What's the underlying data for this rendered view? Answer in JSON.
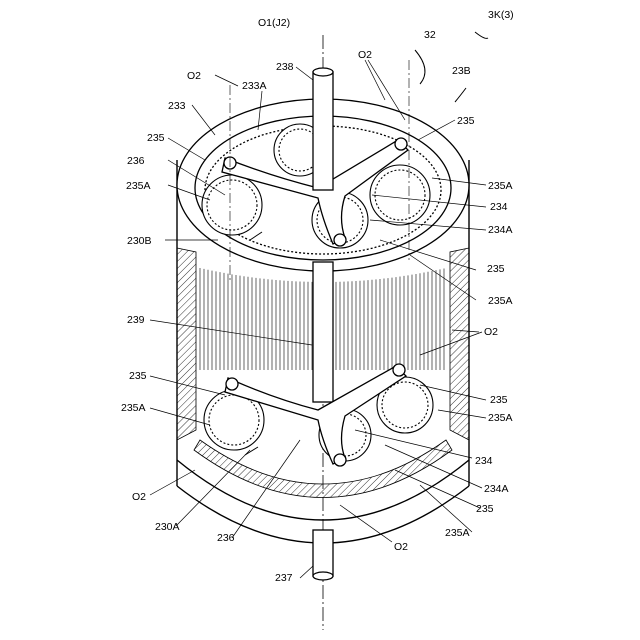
{
  "labels": {
    "o1_j2": "O1(J2)",
    "ref_3k": "3K(3)",
    "ref_32": "32",
    "ref_23b": "23B",
    "o2_top_left": "O2",
    "o2_top_right": "O2",
    "o2_mid_right": "O2",
    "o2_bottom_left": "O2",
    "o2_bottom_right": "O2",
    "ref_238": "238",
    "ref_233a": "233A",
    "ref_233": "233",
    "ref_235_top_left": "235",
    "ref_235_top_right": "235",
    "ref_236_top": "236",
    "ref_235a_top_left": "235A",
    "ref_235a_top_right": "235A",
    "ref_234_top": "234",
    "ref_234a_top": "234A",
    "ref_230b": "230B",
    "ref_235_mid_right": "235",
    "ref_235a_mid_right": "235A",
    "ref_239": "239",
    "ref_235_lower_left": "235",
    "ref_235a_lower_left": "235A",
    "ref_235_lower_right": "235",
    "ref_235a_lower_right": "235A",
    "ref_234_bottom": "234",
    "ref_234a_bottom": "234A",
    "ref_235_bottom_right": "235",
    "ref_235a_bottom_right": "235A",
    "ref_230a": "230A",
    "ref_236_bottom": "236",
    "ref_237": "237"
  }
}
